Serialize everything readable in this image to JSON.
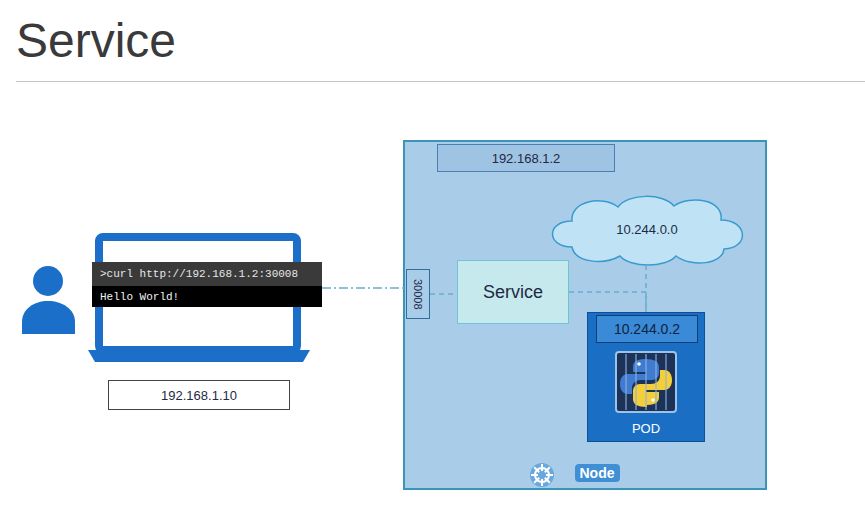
{
  "diagram": {
    "title": "Service",
    "nodes": [
      {
        "text": [
          ">curl http://192.168.1.2:30008",
          "Hello World!"
        ]
      },
      {
        "text": [
          "192.168.1.10"
        ]
      },
      {
        "text": [
          "Node"
        ]
      },
      {
        "text": [
          "192.168.1.2"
        ],
        "in": 2
      },
      {
        "text": [
          "10.244.0.0"
        ],
        "in": 2
      },
      {
        "text": [
          "30008"
        ],
        "in": 2
      },
      {
        "text": [
          "Service"
        ],
        "in": 2
      },
      {
        "text": [
          "10.244.0.2",
          "POD"
        ],
        "in": 2
      }
    ],
    "edges": [
      {
        "from": 0,
        "to": 5,
        "arrow": "none"
      },
      {
        "from": 5,
        "to": 6,
        "arrow": "none"
      },
      {
        "from": 6,
        "to": 7,
        "arrow": "none"
      },
      {
        "from": 4,
        "to": 7,
        "arrow": "none"
      }
    ]
  }
}
